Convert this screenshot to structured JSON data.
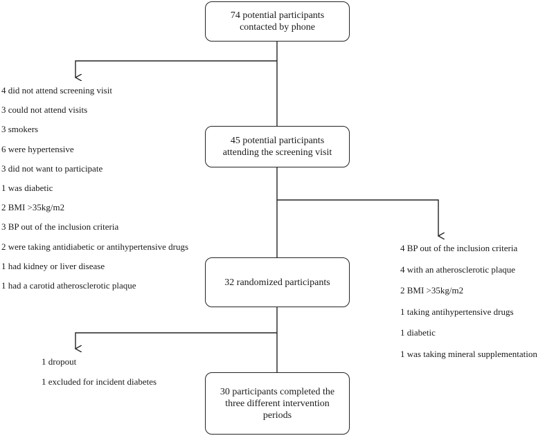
{
  "boxes": {
    "contacted": [
      "74 potential participants",
      "contacted by phone"
    ],
    "screening": [
      "45 potential participants",
      "attending the screening visit"
    ],
    "randomized": [
      "32 randomized participants"
    ],
    "completed": [
      "30 participants completed the",
      "three different intervention",
      "periods"
    ]
  },
  "screening_exclusions": [
    "4 did not attend screening visit",
    "3 could not attend visits",
    "3 smokers",
    "6 were hypertensive",
    "3 did not want to participate",
    "1 was diabetic",
    "2 BMI >35kg/m2",
    "3 BP out of the inclusion criteria",
    "2 were taking antidiabetic or antihypertensive drugs",
    "1 had kidney or liver disease",
    "1 had a carotid atherosclerotic plaque"
  ],
  "randomization_exclusions": [
    "4 BP out of the inclusion criteria",
    "4 with an atherosclerotic plaque",
    "2 BMI >35kg/m2",
    "1 taking antihypertensive drugs",
    "1 diabetic",
    "1 was taking mineral supplementation"
  ],
  "intervention_losses": [
    "1 dropout",
    "1 excluded for incident diabetes"
  ]
}
